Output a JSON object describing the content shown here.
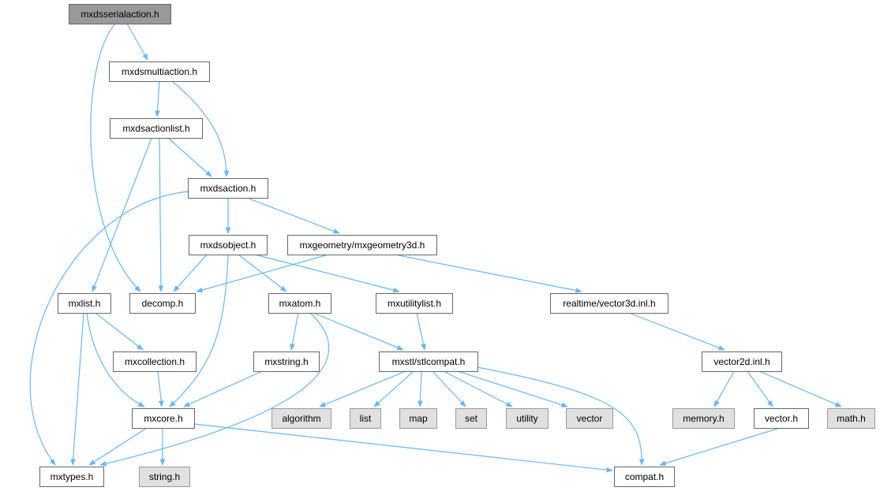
{
  "colors": {
    "edge": "#63b8ff",
    "root_fill": "#999999",
    "root_stroke": "#666666",
    "node_fill": "#ffffff",
    "node_stroke": "#666666",
    "external_fill": "#e0e0e0",
    "external_stroke": "#999999"
  },
  "nodes": [
    {
      "id": "mxdsserialaction",
      "label": "mxdsserialaction.h",
      "kind": "root"
    },
    {
      "id": "mxdsmultiaction",
      "label": "mxdsmultiaction.h",
      "kind": "file"
    },
    {
      "id": "mxdsactionlist",
      "label": "mxdsactionlist.h",
      "kind": "file"
    },
    {
      "id": "mxdsaction",
      "label": "mxdsaction.h",
      "kind": "file"
    },
    {
      "id": "mxdsobject",
      "label": "mxdsobject.h",
      "kind": "file"
    },
    {
      "id": "mxgeometry3d",
      "label": "mxgeometry/mxgeometry3d.h",
      "kind": "file"
    },
    {
      "id": "mxlist",
      "label": "mxlist.h",
      "kind": "file"
    },
    {
      "id": "decomp",
      "label": "decomp.h",
      "kind": "file"
    },
    {
      "id": "mxatom",
      "label": "mxatom.h",
      "kind": "file"
    },
    {
      "id": "mxutilitylist",
      "label": "mxutilitylist.h",
      "kind": "file"
    },
    {
      "id": "vector3dinl",
      "label": "realtime/vector3d.inl.h",
      "kind": "file"
    },
    {
      "id": "mxcollection",
      "label": "mxcollection.h",
      "kind": "file"
    },
    {
      "id": "mxstring",
      "label": "mxstring.h",
      "kind": "file"
    },
    {
      "id": "stlcompat",
      "label": "mxstl/stlcompat.h",
      "kind": "file"
    },
    {
      "id": "vector2dinl",
      "label": "vector2d.inl.h",
      "kind": "file"
    },
    {
      "id": "mxcore",
      "label": "mxcore.h",
      "kind": "file"
    },
    {
      "id": "algorithm",
      "label": "algorithm",
      "kind": "external"
    },
    {
      "id": "list",
      "label": "list",
      "kind": "external"
    },
    {
      "id": "map",
      "label": "map",
      "kind": "external"
    },
    {
      "id": "set",
      "label": "set",
      "kind": "external"
    },
    {
      "id": "utility",
      "label": "utility",
      "kind": "external"
    },
    {
      "id": "vector",
      "label": "vector",
      "kind": "external"
    },
    {
      "id": "memory",
      "label": "memory.h",
      "kind": "external"
    },
    {
      "id": "vectorh",
      "label": "vector.h",
      "kind": "file"
    },
    {
      "id": "math",
      "label": "math.h",
      "kind": "external"
    },
    {
      "id": "mxtypes",
      "label": "mxtypes.h",
      "kind": "file"
    },
    {
      "id": "stringh",
      "label": "string.h",
      "kind": "external"
    },
    {
      "id": "compat",
      "label": "compat.h",
      "kind": "file"
    }
  ],
  "edges": [
    [
      "mxdsserialaction",
      "mxdsmultiaction"
    ],
    [
      "mxdsserialaction",
      "decomp"
    ],
    [
      "mxdsmultiaction",
      "mxdsactionlist"
    ],
    [
      "mxdsmultiaction",
      "mxdsaction"
    ],
    [
      "mxdsactionlist",
      "mxdsaction"
    ],
    [
      "mxdsactionlist",
      "mxlist"
    ],
    [
      "mxdsactionlist",
      "decomp"
    ],
    [
      "mxdsaction",
      "mxdsobject"
    ],
    [
      "mxdsaction",
      "mxgeometry3d"
    ],
    [
      "mxdsaction",
      "mxtypes"
    ],
    [
      "mxdsobject",
      "decomp"
    ],
    [
      "mxdsobject",
      "mxatom"
    ],
    [
      "mxdsobject",
      "mxutilitylist"
    ],
    [
      "mxdsobject",
      "mxcore"
    ],
    [
      "mxgeometry3d",
      "decomp"
    ],
    [
      "mxgeometry3d",
      "vector3dinl"
    ],
    [
      "mxlist",
      "mxcollection"
    ],
    [
      "mxlist",
      "mxcore"
    ],
    [
      "mxlist",
      "mxtypes"
    ],
    [
      "mxcollection",
      "mxcore"
    ],
    [
      "mxatom",
      "mxstring"
    ],
    [
      "mxatom",
      "stlcompat"
    ],
    [
      "mxatom",
      "mxtypes"
    ],
    [
      "mxutilitylist",
      "stlcompat"
    ],
    [
      "vector3dinl",
      "vector2dinl"
    ],
    [
      "mxstring",
      "mxcore"
    ],
    [
      "stlcompat",
      "algorithm"
    ],
    [
      "stlcompat",
      "list"
    ],
    [
      "stlcompat",
      "map"
    ],
    [
      "stlcompat",
      "set"
    ],
    [
      "stlcompat",
      "utility"
    ],
    [
      "stlcompat",
      "vector"
    ],
    [
      "stlcompat",
      "compat"
    ],
    [
      "vector2dinl",
      "memory"
    ],
    [
      "vector2dinl",
      "vectorh"
    ],
    [
      "vector2dinl",
      "math"
    ],
    [
      "vectorh",
      "compat"
    ],
    [
      "mxcore",
      "mxtypes"
    ],
    [
      "mxcore",
      "stringh"
    ],
    [
      "mxcore",
      "compat"
    ]
  ]
}
